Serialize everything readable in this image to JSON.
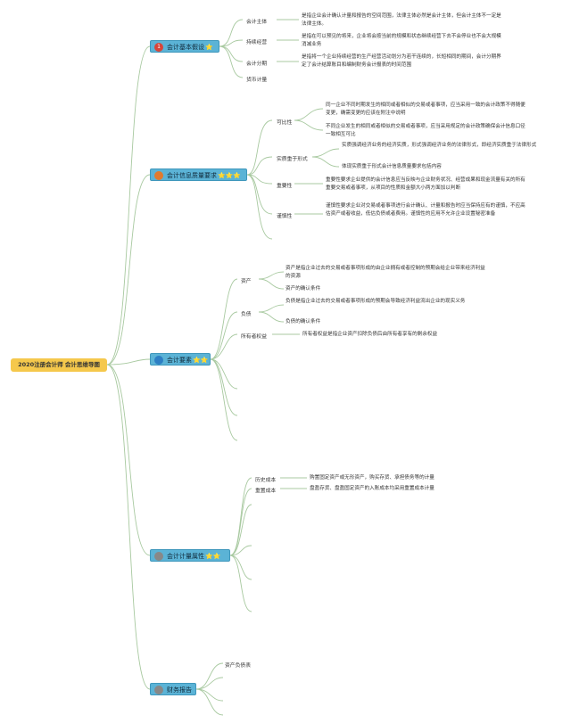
{
  "root": {
    "title": "2020注册会计师 会计思维导图"
  },
  "stars": {
    "one": "⭐",
    "two": "⭐⭐",
    "three": "⭐⭐⭐"
  },
  "branches": [
    {
      "label": "会计基本假设",
      "badge": "1",
      "badge_color": "#d7453a"
    },
    {
      "label": "会计信息质量要求",
      "badge": "",
      "badge_color": "#e07a2e"
    },
    {
      "label": "会计要素",
      "badge": "",
      "badge_color": "#2e7fc4"
    },
    {
      "label": "会计计量属性",
      "badge": "",
      "badge_color": "#888888"
    },
    {
      "label": "财务报告",
      "badge": "",
      "badge_color": "#888888"
    }
  ],
  "b1": {
    "subs": [
      "会计主体",
      "持续经营",
      "会计分期",
      "货币计量"
    ],
    "leaves": [
      "是指企业会计确认计量和报告的空间范围，法律主体必然是会计主体，但会计主体不一定是法律主体。",
      "是指在可以预见的将来，企业将会按当前的规模和状态继续经营下去不会停业也不会大规模消减业务",
      "是指将一个企业持续经营的生产经营活动划分为若干连续的，长短相同的期间，会计分期界定了会计结算账目和编制财务会计报表的时间范围"
    ]
  },
  "b2": {
    "subs": [
      "可比性",
      "实质重于形式",
      "重要性",
      "谨慎性"
    ],
    "leaves": [
      "同一企业不同时期发生的相同或者相似的交易或者事项，应当采用一致的会计政策不得随便变更，确需变更的应该在附注中说明",
      "不同企业发生的相同或者相似的交易或者事项，应当采用规定的会计政策确保会计信息口径一致相互可比",
      "实质强调经济业务的经济实质，形式强调经济业务的法律形式，即经济实质重于法律形式",
      "体现实质重于形式会计信息质量要求包括内容",
      "重要性要求企业提供的会计信息应当反映与企业财务状况、经营成果和现金流量有关的所有重要交易或者事项，从项目的性质和金额大小两方面加以判断",
      "谨慎性要求企业对交易或者事项进行会计确认、计量和报告时应当保持应有的谨慎，不应高估资产或者收益，低估负债或者费用。谨慎性的应用不允许企业设置秘密准备"
    ]
  },
  "b3": {
    "subs": [
      "资产",
      "负债",
      "所有者权益"
    ],
    "leaves": [
      "资产是指企业过去的交易或者事项形成的由企业拥有或者控制的预期会给企业带来经济利益的资源",
      "资产的确认条件",
      "负债是指企业过去的交易或者事项形成的预期会导致经济利益流出企业的现实义务",
      "负债的确认条件",
      "所有者权益是指企业资产扣除负债后由所有者享有的剩余权益"
    ]
  },
  "b4": {
    "subs": [
      "历史成本",
      "重置成本"
    ],
    "leaves": [
      "购置固定资产或无形资产，购买存货、承担债务等的计量",
      "盘盈存货、盘盈固定资产的入账成本均采用重置成本计量"
    ]
  },
  "b5": {
    "subs": [
      "资产负债表"
    ]
  }
}
